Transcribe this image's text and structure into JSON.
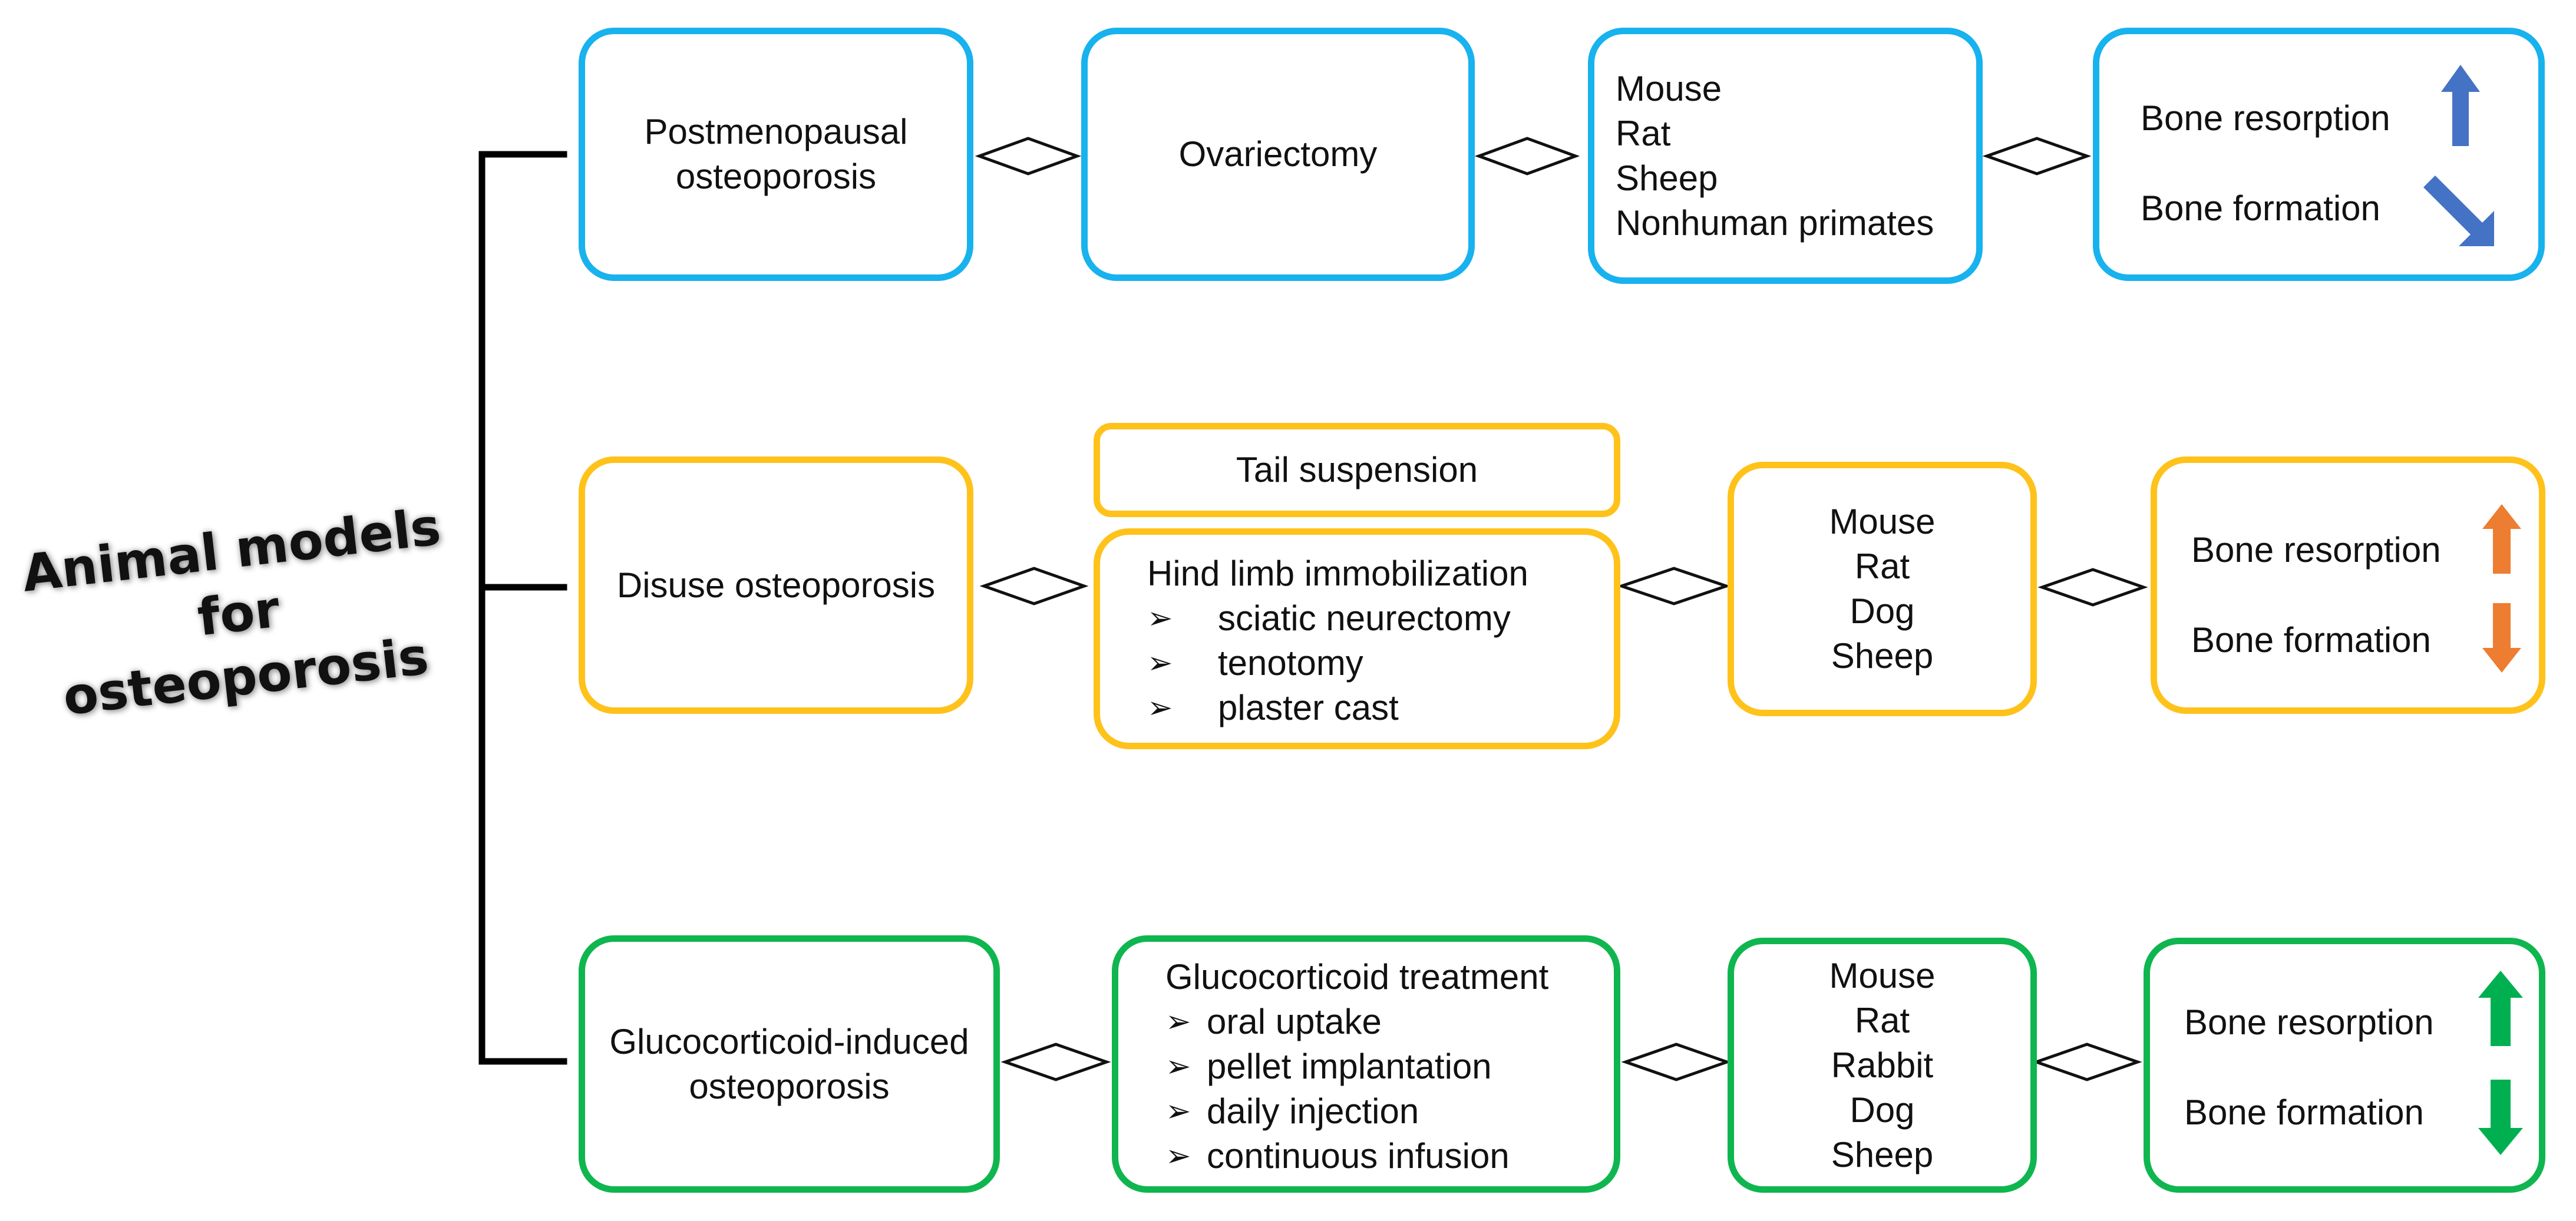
{
  "title": {
    "line1": "Animal models",
    "line2": "for osteoporosis"
  },
  "colors": {
    "blue": "#18b2ee",
    "yellow": "#ffc21a",
    "green": "#0fb64f",
    "arrow_blue": "#4472c4",
    "arrow_orange": "#ed7d31",
    "arrow_green": "#00b050"
  },
  "rows": {
    "postmenopausal": {
      "model": [
        "Postmenopausal",
        "osteoporosis"
      ],
      "method": "Ovariectomy",
      "species": [
        "Mouse",
        "Rat",
        "Sheep",
        "Nonhuman primates"
      ],
      "effects": {
        "resorption": "Bone resorption",
        "formation": "Bone formation"
      },
      "arrows": {
        "resorption": "up-arrow-icon",
        "formation": "down-right-arrow-icon"
      }
    },
    "disuse": {
      "model": "Disuse osteoporosis",
      "method_top": "Tail suspension",
      "method": "Hind limb immobilization",
      "method_items": [
        "sciatic neurectomy",
        "tenotomy",
        "plaster cast"
      ],
      "species": [
        "Mouse",
        "Rat",
        "Dog",
        "Sheep"
      ],
      "effects": {
        "resorption": "Bone resorption",
        "formation": "Bone formation"
      },
      "arrows": {
        "resorption": "up-arrow-icon",
        "formation": "down-arrow-icon"
      }
    },
    "glucocorticoid": {
      "model": [
        "Glucocorticoid-induced",
        "osteoporosis"
      ],
      "method": "Glucocorticoid treatment",
      "method_items": [
        "oral uptake",
        "pellet implantation",
        "daily injection",
        "continuous infusion"
      ],
      "species": [
        "Mouse",
        "Rat",
        "Rabbit",
        "Dog",
        "Sheep"
      ],
      "effects": {
        "resorption": "Bone resorption",
        "formation": "Bone formation"
      },
      "arrows": {
        "resorption": "up-arrow-icon",
        "formation": "down-arrow-icon"
      }
    }
  },
  "bullet_glyph": "➢"
}
